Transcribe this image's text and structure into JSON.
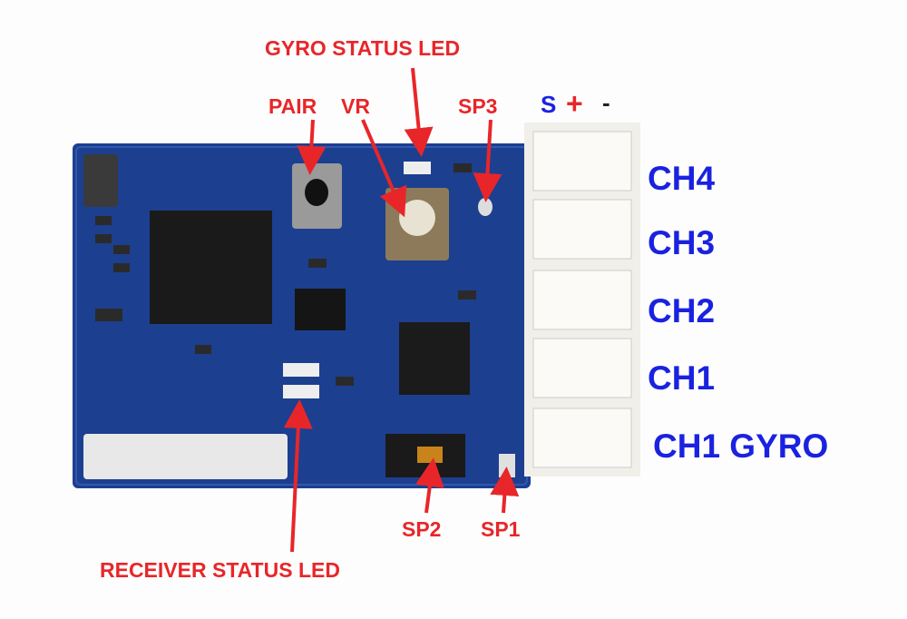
{
  "labels": {
    "gyro_status_led": "GYRO STATUS LED",
    "pair": "PAIR",
    "vr": "VR",
    "sp3": "SP3",
    "sp2": "SP2",
    "sp1": "SP1",
    "receiver_status_led": "RECEIVER STATUS LED"
  },
  "pins": {
    "signal": "S",
    "plus": "+",
    "minus": "-"
  },
  "channels": [
    "CH4",
    "CH3",
    "CH2",
    "CH1",
    "CH1 GYRO"
  ],
  "colors": {
    "annotation": "#e8262a",
    "channel": "#1a22e0",
    "pcb": "#1d3f8f"
  }
}
